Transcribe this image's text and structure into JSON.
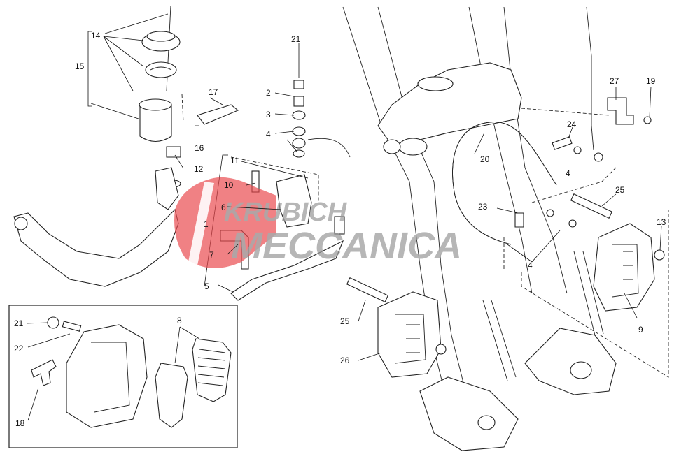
{
  "watermark": {
    "line1": "KRUBICH",
    "line2": "MECCANICA",
    "brand_color": "#e8464b",
    "text_color": "#9a9a9a"
  },
  "labels": {
    "l1": "1",
    "l2": "2",
    "l3": "3",
    "l4a": "4",
    "l4b": "4",
    "l4c": "4",
    "l5": "5",
    "l6": "6",
    "l7": "7",
    "l8": "8",
    "l9": "9",
    "l10": "10",
    "l11": "11",
    "l12": "12",
    "l13": "13",
    "l14": "14",
    "l15": "15",
    "l16": "16",
    "l17": "17",
    "l18": "18",
    "l19": "19",
    "l20": "20",
    "l21a": "21",
    "l21b": "21",
    "l22": "22",
    "l23": "23",
    "l24": "24",
    "l25a": "25",
    "l25b": "25",
    "l26": "26",
    "l27": "27"
  }
}
